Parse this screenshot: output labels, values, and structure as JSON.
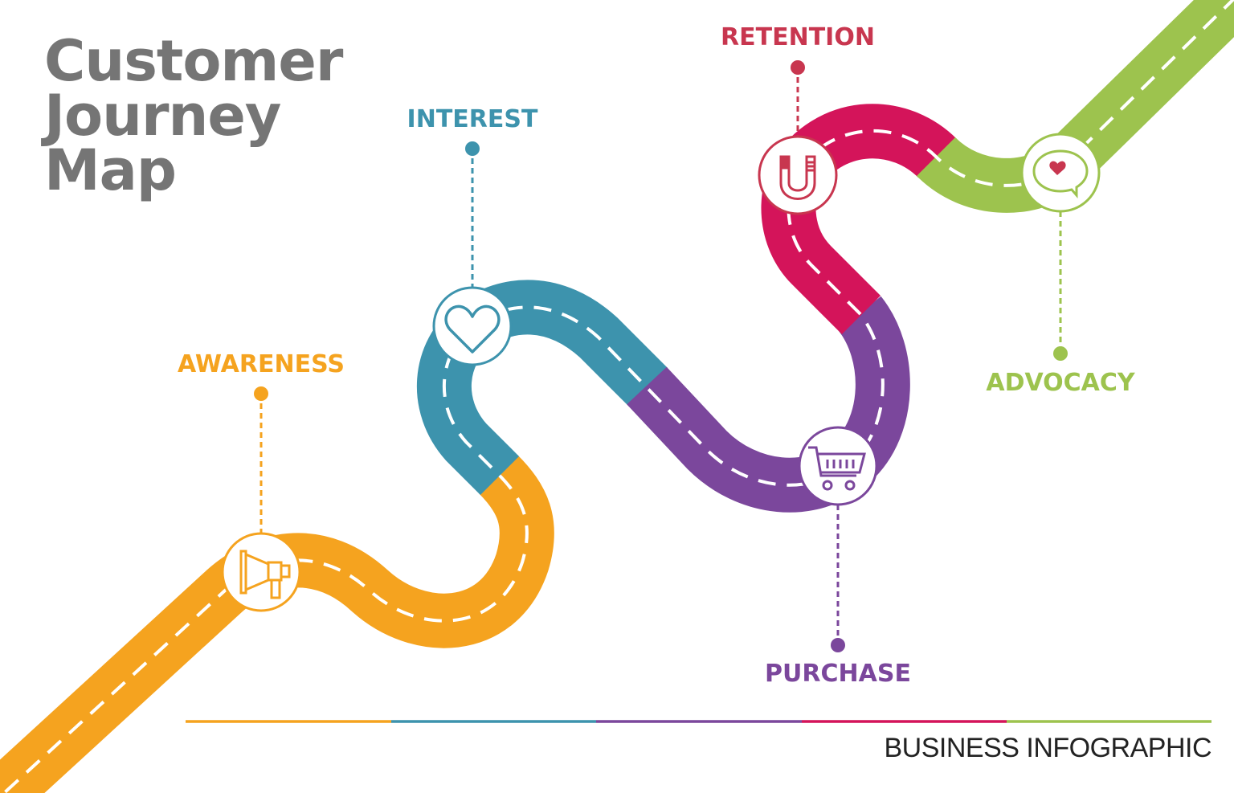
{
  "title": {
    "line1": "Customer",
    "line2": "Journey",
    "line3": "Map"
  },
  "stages": [
    {
      "label": "AWARENESS",
      "color": "#F5A31F",
      "icon": "megaphone-icon"
    },
    {
      "label": "INTEREST",
      "color": "#3D93AD",
      "icon": "heart-icon"
    },
    {
      "label": "PURCHASE",
      "color": "#7B479C",
      "icon": "shopping-cart-icon"
    },
    {
      "label": "RETENTION",
      "color": "#D4145A",
      "icon": "magnet-icon"
    },
    {
      "label": "ADVOCACY",
      "color": "#9DC34E",
      "icon": "speech-bubble-heart-icon"
    }
  ],
  "footer": "BUSINESS INFOGRAPHIC"
}
